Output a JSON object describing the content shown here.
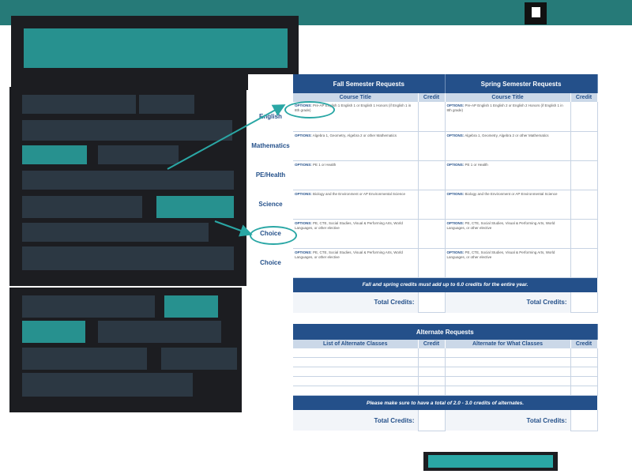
{
  "colors": {
    "teal": "#267a78",
    "navy": "#24508a",
    "dark": "#2c3843"
  },
  "requests": {
    "fall_header": "Fall Semester Requests",
    "spring_header": "Spring Semester Requests",
    "course_title": "Course Title",
    "credit": "Credit",
    "rows": [
      {
        "label": "English",
        "fall": {
          "options": "OPTIONS:",
          "text": "Pre-AP English 1 English 1 or English 1 Honors (if English 1 in 8th grade)"
        },
        "spring": {
          "options": "OPTIONS:",
          "text": "Pre-AP English 1 English 2 or English 2 Honors (if English 1 in 8th grade)"
        }
      },
      {
        "label": "Mathematics",
        "fall": {
          "options": "OPTIONS:",
          "text": "Algebra 1, Geometry, Algebra 2 or other Mathematics"
        },
        "spring": {
          "options": "OPTIONS:",
          "text": "Algebra 1, Geometry, Algebra 2 or other Mathematics"
        }
      },
      {
        "label": "PE/Health",
        "fall": {
          "options": "OPTIONS:",
          "text": "PE 1 or Health"
        },
        "spring": {
          "options": "OPTIONS:",
          "text": "PE 1 or Health"
        }
      },
      {
        "label": "Science",
        "fall": {
          "options": "OPTIONS:",
          "text": "Biology and the Environment or AP Environmental Science"
        },
        "spring": {
          "options": "OPTIONS:",
          "text": "Biology and the Environment or AP Environmental Science"
        }
      },
      {
        "label": "Choice",
        "fall": {
          "options": "OPTIONS:",
          "text": "PE, CTE, Social Studies, Visual & Performing Arts, World Languages, or other elective"
        },
        "spring": {
          "options": "OPTIONS:",
          "text": "PE, CTE, Social Studies, Visual & Performing Arts, World Languages, or other elective"
        }
      },
      {
        "label": "Choice",
        "fall": {
          "options": "OPTIONS:",
          "text": "PE, CTE, Social Studies, Visual & Performing Arts, World Languages, or other elective"
        },
        "spring": {
          "options": "OPTIONS:",
          "text": "PE, CTE, Social Studies, Visual & Performing Arts, World Languages, or other elective"
        }
      }
    ],
    "banner": "Fall and spring credits must add up to 6.0 credits for the entire year.",
    "total_credits": "Total Credits:"
  },
  "alternates": {
    "header": "Alternate Requests",
    "col_list": "List of Alternate Classes",
    "col_credit": "Credit",
    "col_for": "Alternate for What Classes",
    "banner": "Please make sure to have a total of 2.0 - 3.0 credits of alternates.",
    "total_credits": "Total Credits:"
  }
}
